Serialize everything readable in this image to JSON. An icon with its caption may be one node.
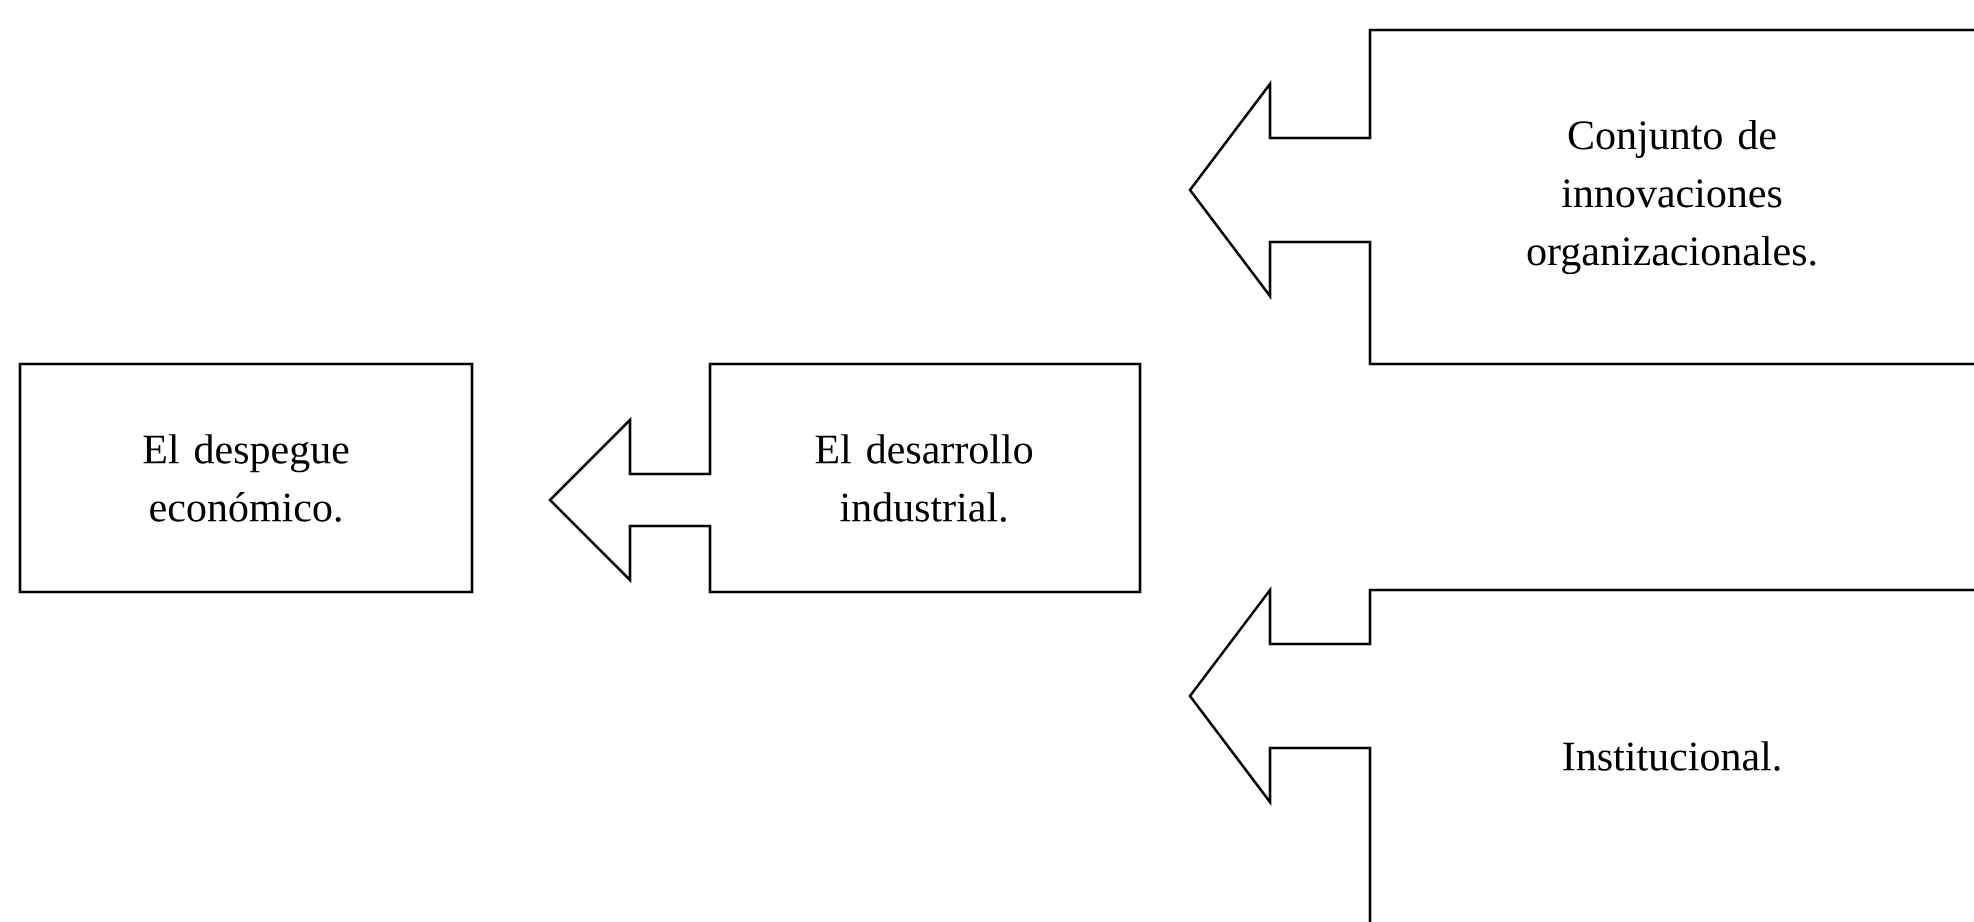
{
  "diagram": {
    "nodes": [
      {
        "text": [
          "El despegue económico."
        ]
      },
      {
        "text": [
          "El desarrollo industrial."
        ]
      },
      {
        "text": [
          "Conjunto de innovaciones organizacionales."
        ]
      },
      {
        "text": [
          "Institucional."
        ]
      }
    ]
  }
}
